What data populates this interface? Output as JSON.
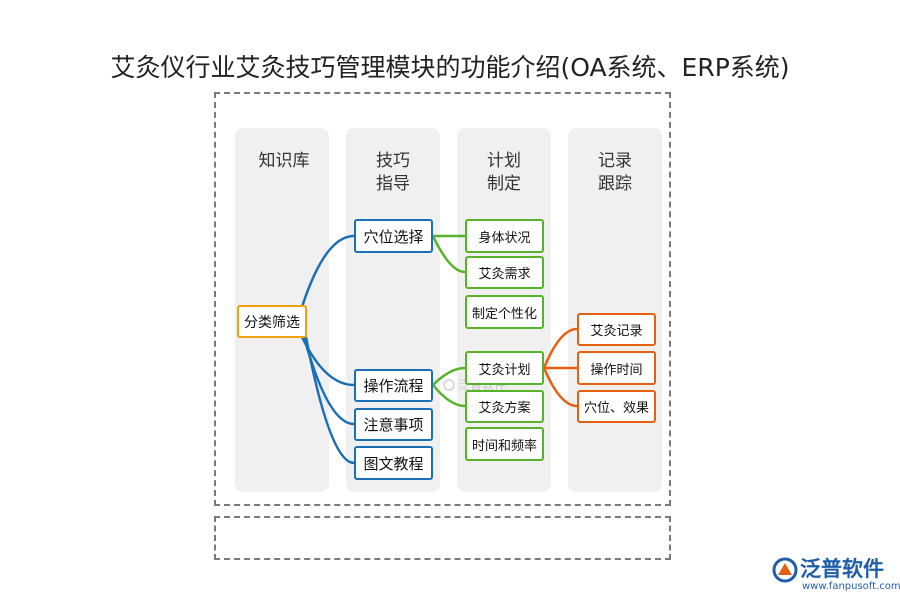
{
  "title": "艾灸仪行业艾灸技巧管理模块的功能介绍(OA系统、ERP系统)",
  "columns": {
    "knowledge": "知识库",
    "skills": "技巧\n指导",
    "plan": "计划\n制定",
    "record": "记录\n跟踪"
  },
  "nodes": {
    "classify": "分类筛选",
    "acupoint_select": "穴位选择",
    "operation_flow": "操作流程",
    "notes": "注意事项",
    "tutorial": "图文教程",
    "body_status": "身体状况",
    "moxa_needs": "艾灸需求",
    "personalize": "制定个性化",
    "moxa_plan": "艾灸计划",
    "moxa_scheme": "艾灸方案",
    "time_freq": "时间和频率",
    "moxa_record": "艾灸记录",
    "op_time": "操作时间",
    "acupoint_effect": "穴位、效果"
  },
  "watermark": "泛普软件",
  "brand": {
    "name": "泛普软件",
    "url": "www.fanpusoft.com"
  },
  "colors": {
    "level1": "#f0a20a",
    "level2": "#1a6fb5",
    "level3": "#58b22a",
    "level4": "#e5610f"
  }
}
